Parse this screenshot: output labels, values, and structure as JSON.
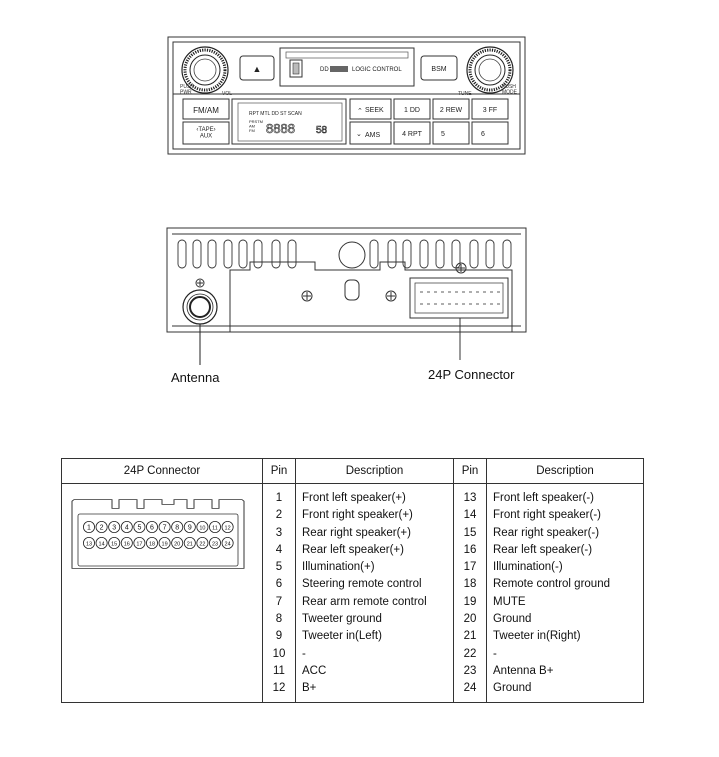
{
  "front_panel": {
    "buttons": {
      "eject": "▲",
      "dolby": "DD",
      "logic_control": "LOGIC CONTROL",
      "bsm": "BSM",
      "fm_am": "FM/AM",
      "tape_aux": "‹TAPE›\nAUX",
      "seek": "SEEK",
      "ams": "AMS",
      "p1": "1 DD",
      "p2": "2 REW",
      "p3": "3 FF",
      "p4": "4 RPT",
      "p5": "5",
      "p6": "6"
    },
    "knob_labels": {
      "left_top": "PUSH\nPWR",
      "left_vol": "VOL",
      "right_tune": "TUNE",
      "right_mode": "PUSH\nMODE"
    },
    "display": {
      "row1": "RPT  MTL  DD  ST  SCAN",
      "left_col": "PRSTM\nAM\nFM",
      "digits": "8888",
      "small_digits": "58"
    }
  },
  "rear_labels": {
    "antenna": "Antenna",
    "connector": "24P Connector"
  },
  "table": {
    "headers": [
      "24P Connector",
      "Pin",
      "Description",
      "Pin",
      "Description"
    ],
    "connector_pins_top": [
      "1",
      "2",
      "3",
      "4",
      "5",
      "6",
      "7",
      "8",
      "9",
      "10",
      "11",
      "12"
    ],
    "connector_pins_bottom": [
      "13",
      "14",
      "15",
      "16",
      "17",
      "18",
      "19",
      "20",
      "21",
      "22",
      "23",
      "24"
    ],
    "left_pins": [
      {
        "pin": "1",
        "desc": "Front left speaker(+)"
      },
      {
        "pin": "2",
        "desc": "Front right speaker(+)"
      },
      {
        "pin": "3",
        "desc": "Rear right speaker(+)"
      },
      {
        "pin": "4",
        "desc": "Rear left speaker(+)"
      },
      {
        "pin": "5",
        "desc": "Illumination(+)"
      },
      {
        "pin": "6",
        "desc": "Steering remote control"
      },
      {
        "pin": "7",
        "desc": "Rear arm remote control"
      },
      {
        "pin": "8",
        "desc": "Tweeter ground"
      },
      {
        "pin": "9",
        "desc": "Tweeter in(Left)"
      },
      {
        "pin": "10",
        "desc": "-"
      },
      {
        "pin": "11",
        "desc": "ACC"
      },
      {
        "pin": "12",
        "desc": "B+"
      }
    ],
    "right_pins": [
      {
        "pin": "13",
        "desc": "Front left speaker(-)"
      },
      {
        "pin": "14",
        "desc": "Front right speaker(-)"
      },
      {
        "pin": "15",
        "desc": "Rear right speaker(-)"
      },
      {
        "pin": "16",
        "desc": "Rear left speaker(-)"
      },
      {
        "pin": "17",
        "desc": "Illumination(-)"
      },
      {
        "pin": "18",
        "desc": "Remote control ground"
      },
      {
        "pin": "19",
        "desc": "MUTE"
      },
      {
        "pin": "20",
        "desc": "Ground"
      },
      {
        "pin": "21",
        "desc": "Tweeter in(Right)"
      },
      {
        "pin": "22",
        "desc": "-"
      },
      {
        "pin": "23",
        "desc": "Antenna B+"
      },
      {
        "pin": "24",
        "desc": "Ground"
      }
    ]
  }
}
